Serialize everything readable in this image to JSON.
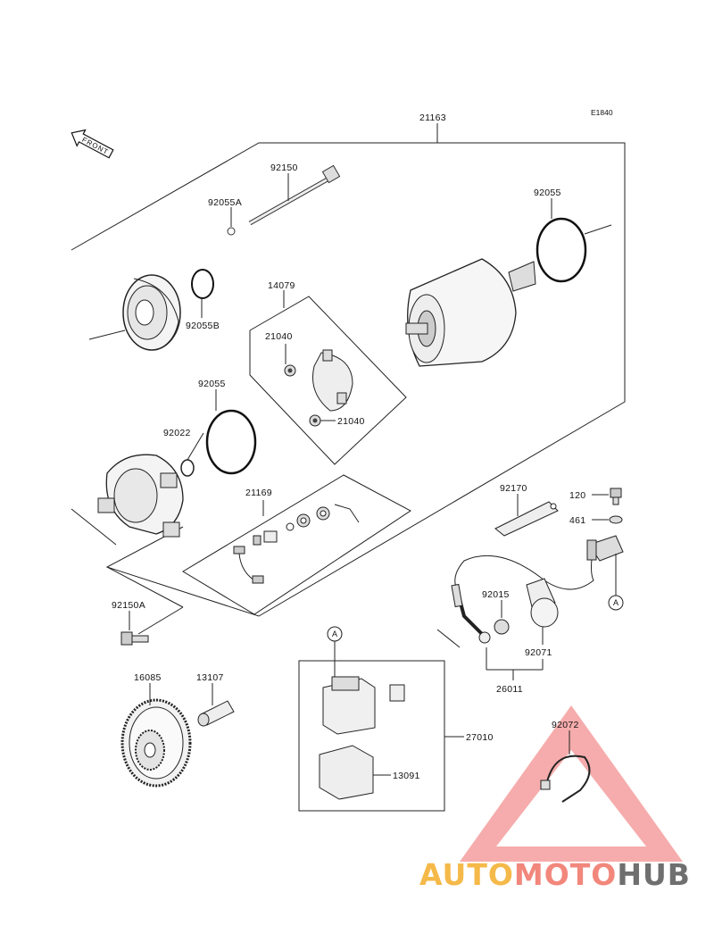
{
  "diagram_code": "E1840",
  "front_label": "FRONT",
  "parts": {
    "p21163": "21163",
    "p92150": "92150",
    "p92055A": "92055A",
    "p92055_top": "92055",
    "p92055B": "92055B",
    "p14079": "14079",
    "p21040_a": "21040",
    "p21040_b": "21040",
    "p92055_mid": "92055",
    "p92022": "92022",
    "p21169": "21169",
    "p92150A": "92150A",
    "p92170": "92170",
    "p120": "120",
    "p461": "461",
    "p92015": "92015",
    "p92071": "92071",
    "p26011": "26011",
    "p16085": "16085",
    "p13107": "13107",
    "p27010": "27010",
    "p13091": "13091",
    "p92072": "92072"
  },
  "callouts": {
    "a1": "A",
    "a2": "A"
  },
  "watermark": {
    "parts": [
      "AUTO",
      "MOTO",
      "HUB"
    ],
    "colors": [
      "#f5b94a",
      "#f2877c",
      "#6f6f6f"
    ],
    "triangle_color": "#f06a6a"
  }
}
